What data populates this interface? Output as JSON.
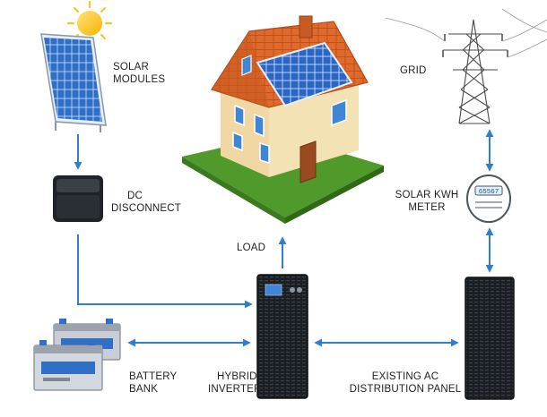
{
  "labels": {
    "solar_modules": [
      "SOLAR",
      "MODULES"
    ],
    "dc_disconnect": [
      "DC",
      "DISCONNECT"
    ],
    "grid": [
      "GRID"
    ],
    "solar_kwh_meter": [
      "SOLAR KWH",
      "METER"
    ],
    "load": [
      "LOAD"
    ],
    "battery_bank": [
      "BATTERY",
      "BANK"
    ],
    "hybrid_inverter": [
      "HYBRID",
      "INVERTER"
    ],
    "existing_ac_panel": [
      "EXISTING AC",
      "DISTRIBUTION PANEL"
    ]
  },
  "meter_display": "65567",
  "colors": {
    "flow_arrow": "#2f7fd1",
    "solar_panel": "#2f6fc6",
    "roof": "#e06a2c",
    "wall": "#f3e3b4",
    "lawn": "#4f9a2a",
    "cabinet": "#1b1f24",
    "battery": "#c9ced6",
    "sun": "#f8c623"
  }
}
